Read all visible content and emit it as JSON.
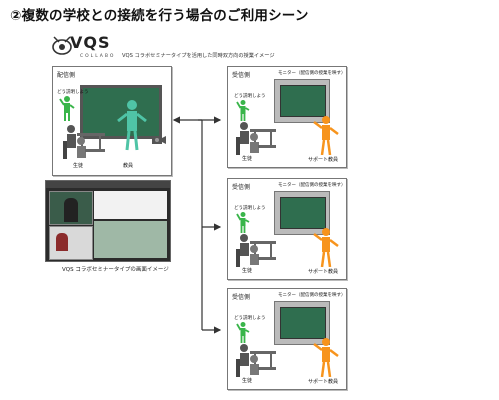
{
  "title": "②複数の学校との接続を行う場合のご利用シーン",
  "logo": {
    "main": "VQS",
    "sub": "COLLABO"
  },
  "caption_top": "VQS コラボセミナータイプを活用した同時双方向の授業イメージ",
  "sender": {
    "label": "配信側",
    "student": "生徒",
    "teacher": "教員"
  },
  "receivers": [
    {
      "label": "受信側",
      "monitor": "モニター（配信側の授業を映す）",
      "speech": "どう説明しよう",
      "student": "生徒",
      "support": "サポート教員"
    },
    {
      "label": "受信側",
      "monitor": "モニター（配信側の授業を映す）",
      "speech": "どう説明しよう",
      "student": "生徒",
      "support": "サポート教員"
    },
    {
      "label": "受信側",
      "monitor": "モニター（配信側の授業を映す）",
      "speech": "どう説明しよう",
      "student": "生徒",
      "support": "サポート教員"
    }
  ],
  "sender_speech": "どう説明しよう",
  "screenshot_caption": "VQS コラボセミナータイプの画面イメージ",
  "colors": {
    "board": "#2f6e4f",
    "teacher": "#4fc4a6",
    "student_green": "#39b54a",
    "support": "#f7941d",
    "arrow": "#333333"
  }
}
